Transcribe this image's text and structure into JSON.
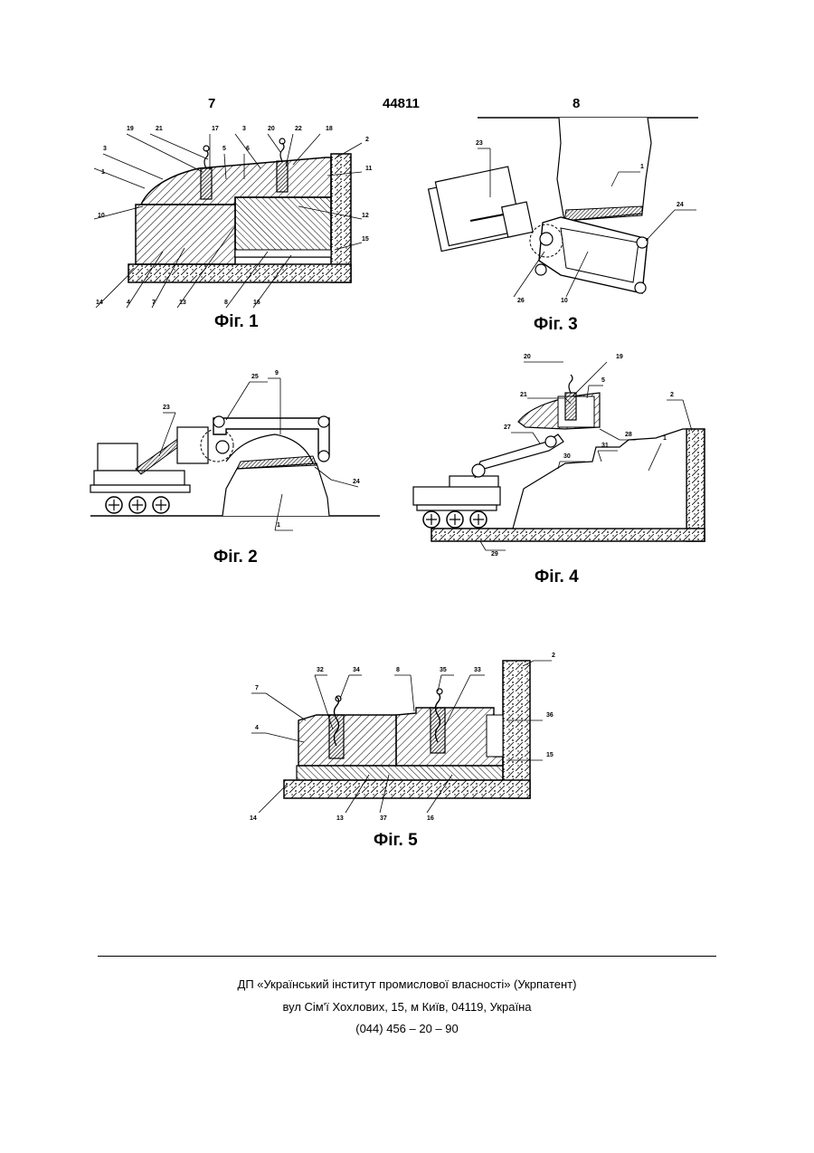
{
  "header": {
    "left_page": "7",
    "patent_number": "44811",
    "right_page": "8"
  },
  "figures": {
    "fig1": {
      "caption": "Фіг. 1",
      "labels": [
        "19",
        "21",
        "17",
        "5",
        "6",
        "3",
        "20",
        "22",
        "18",
        "2",
        "3",
        "11",
        "1",
        "10",
        "12",
        "15",
        "14",
        "4",
        "7",
        "13",
        "8",
        "16"
      ]
    },
    "fig2": {
      "caption": "Фіг. 2",
      "labels": [
        "25",
        "9",
        "23",
        "24",
        "1"
      ]
    },
    "fig3": {
      "caption": "Фіг. 3",
      "labels": [
        "23",
        "1",
        "24",
        "26",
        "10"
      ]
    },
    "fig4": {
      "caption": "Фіг. 4",
      "labels": [
        "20",
        "19",
        "21",
        "5",
        "2",
        "28",
        "27",
        "31",
        "1",
        "30",
        "29"
      ]
    },
    "fig5": {
      "caption": "Фіг. 5",
      "labels": [
        "32",
        "34",
        "8",
        "35",
        "33",
        "2",
        "7",
        "4",
        "36",
        "15",
        "14",
        "13",
        "37",
        "16"
      ]
    }
  },
  "footer": {
    "line1": "ДП «Український інститут промислової власності» (Укрпатент)",
    "line2": "вул Сім'ї Хохлових, 15, м Київ, 04119, Україна",
    "line3": "(044) 456 – 20 – 90"
  }
}
